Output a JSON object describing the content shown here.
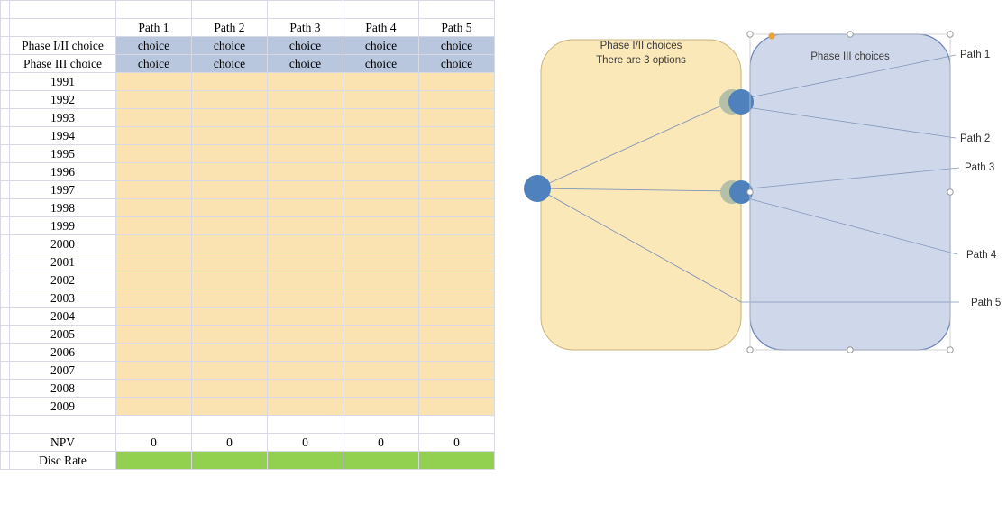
{
  "spreadsheet": {
    "column_headers": [
      "",
      "Path 1",
      "Path 2",
      "Path 3",
      "Path 4",
      "Path 5"
    ],
    "choice_rows": [
      {
        "label": "Phase I/II choice",
        "values": [
          "choice",
          "choice",
          "choice",
          "choice",
          "choice"
        ]
      },
      {
        "label": "Phase III choice",
        "values": [
          "choice",
          "choice",
          "choice",
          "choice",
          "choice"
        ]
      }
    ],
    "year_rows": [
      {
        "label": "1991",
        "values": [
          "",
          "",
          "",
          "",
          ""
        ]
      },
      {
        "label": "1992",
        "values": [
          "",
          "",
          "",
          "",
          ""
        ]
      },
      {
        "label": "1993",
        "values": [
          "",
          "",
          "",
          "",
          ""
        ]
      },
      {
        "label": "1994",
        "values": [
          "",
          "",
          "",
          "",
          ""
        ]
      },
      {
        "label": "1995",
        "values": [
          "",
          "",
          "",
          "",
          ""
        ]
      },
      {
        "label": "1996",
        "values": [
          "",
          "",
          "",
          "",
          ""
        ]
      },
      {
        "label": "1997",
        "values": [
          "",
          "",
          "",
          "",
          ""
        ]
      },
      {
        "label": "1998",
        "values": [
          "",
          "",
          "",
          "",
          ""
        ]
      },
      {
        "label": "1999",
        "values": [
          "",
          "",
          "",
          "",
          ""
        ]
      },
      {
        "label": "2000",
        "values": [
          "",
          "",
          "",
          "",
          ""
        ]
      },
      {
        "label": "2001",
        "values": [
          "",
          "",
          "",
          "",
          ""
        ]
      },
      {
        "label": "2002",
        "values": [
          "",
          "",
          "",
          "",
          ""
        ]
      },
      {
        "label": "2003",
        "values": [
          "",
          "",
          "",
          "",
          ""
        ]
      },
      {
        "label": "2004",
        "values": [
          "",
          "",
          "",
          "",
          ""
        ]
      },
      {
        "label": "2005",
        "values": [
          "",
          "",
          "",
          "",
          ""
        ]
      },
      {
        "label": "2006",
        "values": [
          "",
          "",
          "",
          "",
          ""
        ]
      },
      {
        "label": "2007",
        "values": [
          "",
          "",
          "",
          "",
          ""
        ]
      },
      {
        "label": "2008",
        "values": [
          "",
          "",
          "",
          "",
          ""
        ]
      },
      {
        "label": "2009",
        "values": [
          "",
          "",
          "",
          "",
          ""
        ]
      }
    ],
    "npv_row": {
      "label": "NPV",
      "values": [
        "0",
        "0",
        "0",
        "0",
        "0"
      ]
    },
    "disc_row": {
      "label": "Disc Rate",
      "values": [
        "",
        "",
        "",
        "",
        ""
      ]
    },
    "colors": {
      "choice_fill": "#b8c6de",
      "year_fill": "#fae3b0",
      "disc_fill": "#92d050",
      "gridline": "#d9d9e3",
      "heavy_border": "#000000"
    }
  },
  "diagram": {
    "phase12_shape": {
      "line1": "Phase I/II choices",
      "line2": "There are 3 options",
      "fill": "#fbe8b8",
      "stroke": "#c9b481"
    },
    "phase3_shape": {
      "title": "Phase III choices",
      "fill": "#ccd6ea",
      "stroke": "#6b84b4"
    },
    "path_labels": [
      "Path 1",
      "Path 2",
      "Path 3",
      "Path 4",
      "Path 5"
    ],
    "nodes": {
      "root_fill": "#4f81bd",
      "mid_fill": "#4f81bd",
      "overlap_fill": "#b5c0a8"
    },
    "selection": {
      "handle_stroke": "#9a9a9a",
      "handle_fill": "#ffffff",
      "adjust_handle_fill": "#e8a33d",
      "frame_stroke": "#bdbdbd"
    }
  }
}
